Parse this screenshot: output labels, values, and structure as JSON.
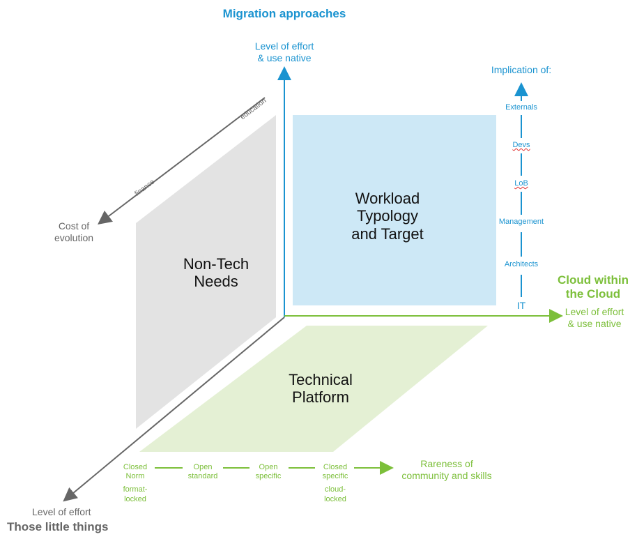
{
  "vertical_axis": {
    "title": "Migration approaches",
    "subtitle_line1": "Level of effort",
    "subtitle_line2": "& use native"
  },
  "horizontal_axis": {
    "title_line1": "Cloud within",
    "title_line2": "the Cloud",
    "subtitle_line1": "Level of effort",
    "subtitle_line2": "& use native"
  },
  "depth_axis": {
    "subtitle": "Level of effort",
    "title": "Those little things"
  },
  "cost_axis": {
    "label_line1": "Cost of",
    "label_line2": "evolution",
    "tick_finance": "finance",
    "tick_education": "education"
  },
  "implication_axis": {
    "title": "Implication of:",
    "items": [
      "Externals",
      "Devs",
      "LoB",
      "Management",
      "Architects",
      "IT"
    ]
  },
  "panels": {
    "workload": [
      "Workload",
      "Typology",
      "and Target"
    ],
    "nontech": [
      "Non-Tech",
      "Needs"
    ],
    "technical": [
      "Technical",
      "Platform"
    ]
  },
  "rareness_scale": {
    "steps": [
      {
        "line1": "Closed",
        "line2": "Norm",
        "line3": "format-",
        "line4": "locked"
      },
      {
        "line1": "Open",
        "line2": "standard"
      },
      {
        "line1": "Open",
        "line2": "specific"
      },
      {
        "line1": "Closed",
        "line2": "specific",
        "line3": "cloud-",
        "line4": "locked"
      }
    ],
    "end_label_line1": "Rareness of",
    "end_label_line2": "community and skills"
  },
  "colors": {
    "blue": "#1a93d0",
    "green": "#7cbf3a",
    "grey": "#666666",
    "workload_fill": "#cde8f6",
    "nontech_fill": "#e3e3e3",
    "technical_fill": "#e4f0d4"
  }
}
